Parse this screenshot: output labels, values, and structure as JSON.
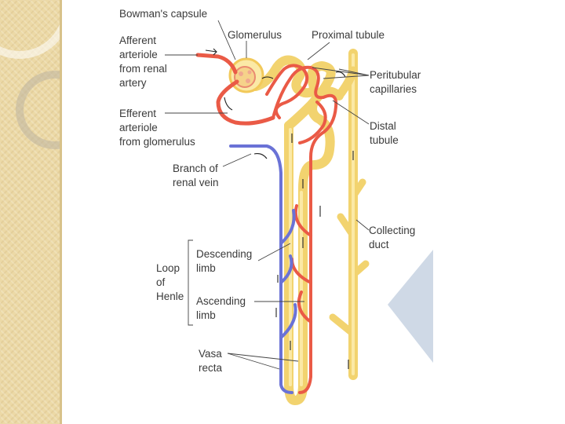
{
  "labels": {
    "bowmans_capsule": "Bowman's capsule",
    "glomerulus": "Glomerulus",
    "proximal_tubule": "Proximal tubule",
    "afferent_1": "Afferent",
    "afferent_2": "arteriole",
    "afferent_3": "from renal",
    "afferent_4": "artery",
    "efferent_1": "Efferent",
    "efferent_2": "arteriole",
    "efferent_3": "from glomerulus",
    "peritubular_1": "Peritubular",
    "peritubular_2": "capillaries",
    "distal_1": "Distal",
    "distal_2": "tubule",
    "branch_vein_1": "Branch of",
    "branch_vein_2": "renal vein",
    "collecting_1": "Collecting",
    "collecting_2": "duct",
    "loop_1": "Loop",
    "loop_2": "of",
    "loop_3": "Henle",
    "descending_1": "Descending",
    "descending_2": "limb",
    "ascending_1": "Ascending",
    "ascending_2": "limb",
    "vasa_1": "Vasa",
    "vasa_2": "recta"
  },
  "colors": {
    "artery": "#ea5a46",
    "vein": "#6a72d6",
    "tubule": "#f2d36f",
    "slide_band": "#ecd9a6",
    "slide_arrow": "#cfd9e6"
  }
}
